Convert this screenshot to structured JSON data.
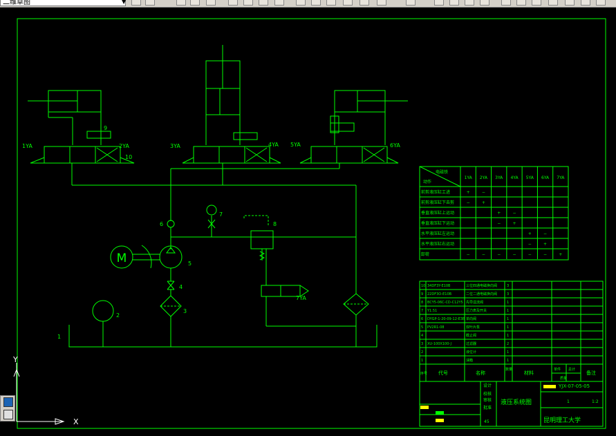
{
  "toolbar": {
    "workspace_select": "二维草图"
  },
  "drawing": {
    "solenoids": [
      "1YA",
      "2YA",
      "3YA",
      "4YA",
      "5YA",
      "6YA",
      "7YA"
    ],
    "part_numbers": [
      "1",
      "2",
      "3",
      "4",
      "5",
      "6",
      "7",
      "8",
      "9",
      "10"
    ],
    "motor_label": "M"
  },
  "action_table": {
    "corner_top": "电磁铁",
    "corner_bottom": "动作",
    "columns": [
      "1YA",
      "2YA",
      "3YA",
      "4YA",
      "5YA",
      "6YA",
      "7YA"
    ],
    "rows": [
      {
        "label": "前剪液压缸工进",
        "cells": [
          "+",
          "−",
          "",
          "",
          "",
          "",
          ""
        ]
      },
      {
        "label": "前剪液压缸下去剪",
        "cells": [
          "−",
          "+",
          "",
          "",
          "",
          "",
          ""
        ]
      },
      {
        "label": "垂直液压缸上运动",
        "cells": [
          "",
          "",
          "+",
          "−",
          "",
          "",
          ""
        ]
      },
      {
        "label": "垂直液压缸下运动",
        "cells": [
          "",
          "",
          "−",
          "+",
          "",
          "",
          ""
        ]
      },
      {
        "label": "水平液压缸左运动",
        "cells": [
          "",
          "",
          "",
          "",
          "+",
          "−",
          ""
        ]
      },
      {
        "label": "水平液压缸右运动",
        "cells": [
          "",
          "",
          "",
          "",
          "−",
          "+",
          ""
        ]
      },
      {
        "label": "卸荷",
        "cells": [
          "−",
          "−",
          "−",
          "−",
          "−",
          "−",
          "+"
        ]
      }
    ]
  },
  "parts_list": {
    "rows": [
      {
        "no": "10",
        "code": "34DF3Y-E10B",
        "name": "三位四通电磁换向阀",
        "qty": "3"
      },
      {
        "no": "9",
        "code": "22DF3O-E10B",
        "name": "二位二通电磁换向阀",
        "qty": "3"
      },
      {
        "no": "8",
        "code": "BCY5-06C-CD-C12Y5",
        "name": "先导溢流阀",
        "qty": "1"
      },
      {
        "no": "7",
        "code": "Y1.51",
        "name": "压力表及开关",
        "qty": "1"
      },
      {
        "no": "6",
        "code": "DYGP-1-20-09-12-E3B",
        "name": "单向阀",
        "qty": "1"
      },
      {
        "no": "5",
        "code": "PV2R1-08",
        "name": "双叶片泵",
        "qty": "1"
      },
      {
        "no": "4",
        "code": "",
        "name": "截止阀",
        "qty": "1"
      },
      {
        "no": "3",
        "code": "XU-100X100-J",
        "name": "过滤器",
        "qty": "2"
      },
      {
        "no": "2",
        "code": "",
        "name": "液位计",
        "qty": "1"
      },
      {
        "no": "1",
        "code": "",
        "name": "油箱",
        "qty": "1"
      }
    ],
    "header": {
      "seq": "序号",
      "code": "代号",
      "name": "名称",
      "qty": "数量",
      "material": "材料",
      "unit_weight": "单件",
      "total_weight": "总计",
      "weight": "质量",
      "remark": "备注"
    }
  },
  "title_block": {
    "drawing_number": "YJX-07-05-05",
    "drawing_title": "液压系统图",
    "school": "昆明理工大学",
    "scale": "1:2",
    "sheet": "1",
    "roles": [
      "设计",
      "校核",
      "审核",
      "批准"
    ],
    "page_number": "45"
  },
  "ucs": {
    "x_label": "X",
    "y_label": "Y"
  }
}
